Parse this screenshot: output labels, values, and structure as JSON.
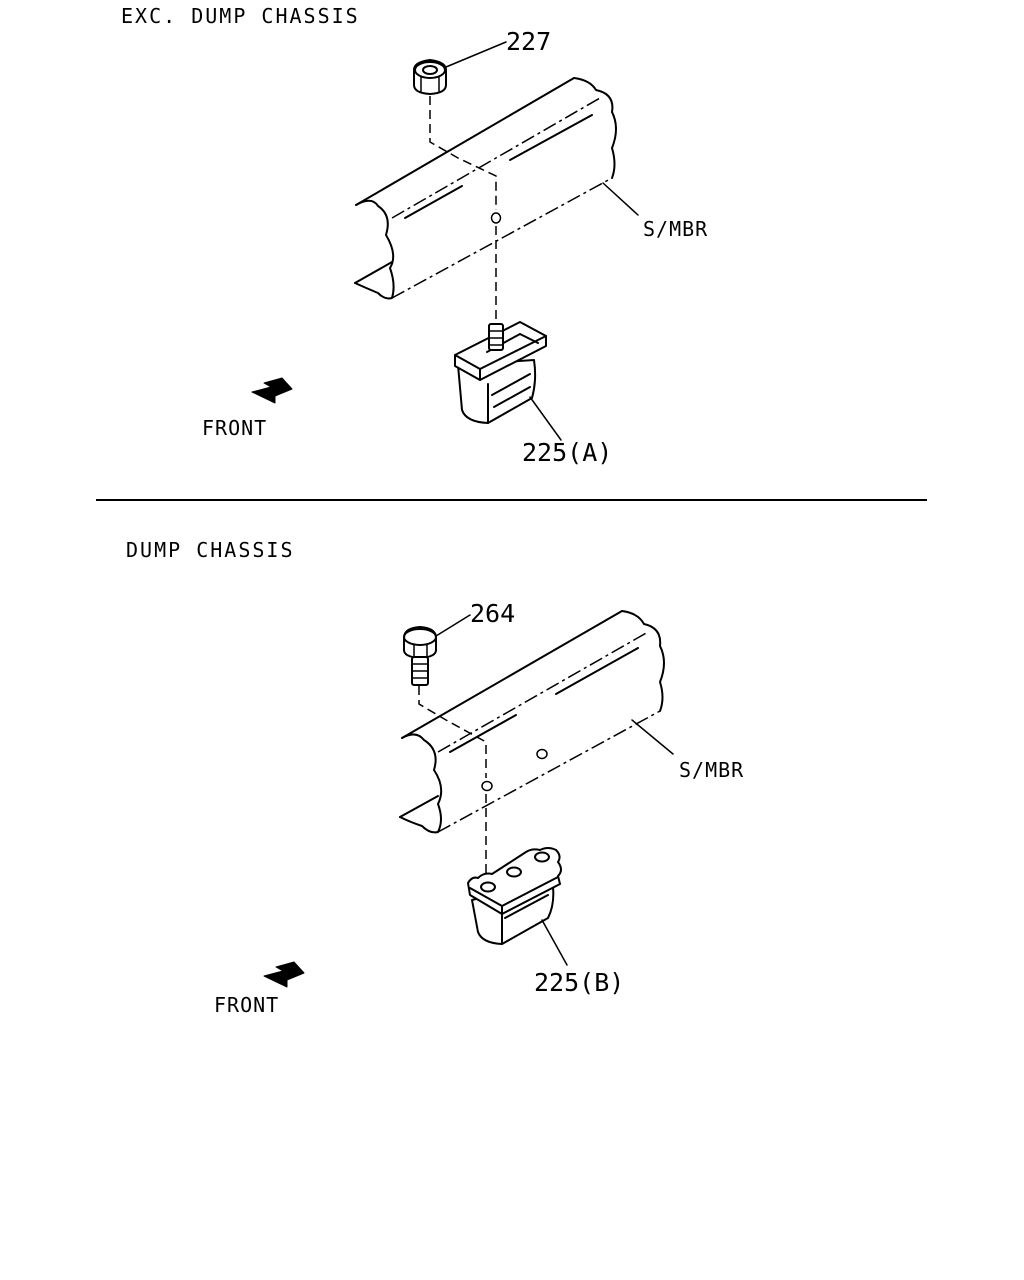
{
  "top_section": {
    "heading": "EXC. DUMP CHASSIS",
    "nut_callout": "227",
    "member_label": "S/MBR",
    "stopper_callout": "225(A)",
    "front_label": "FRONT"
  },
  "bottom_section": {
    "heading": "DUMP CHASSIS",
    "bolt_callout": "264",
    "member_label": "S/MBR",
    "stopper_callout": "225(B)",
    "front_label": "FRONT"
  }
}
